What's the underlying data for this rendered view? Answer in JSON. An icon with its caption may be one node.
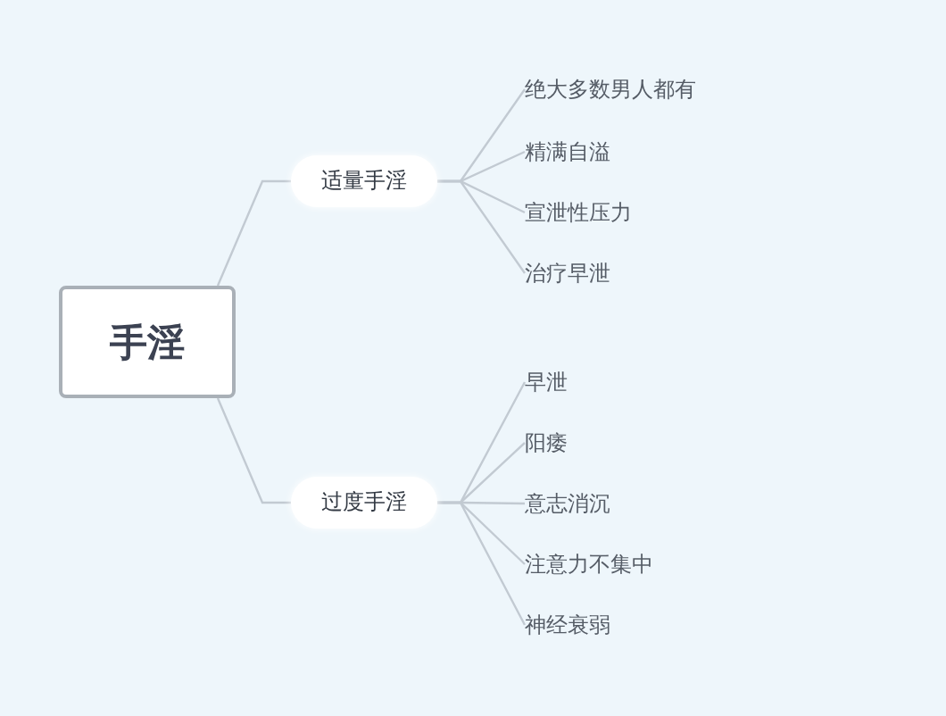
{
  "diagram": {
    "nodes": [
      {
        "text": [
          "手淫"
        ]
      },
      {
        "text": [
          "适量手淫"
        ]
      },
      {
        "text": [
          "过度手淫"
        ]
      },
      {
        "text": [
          "绝大多数男人都有"
        ]
      },
      {
        "text": [
          "精满自溢"
        ]
      },
      {
        "text": [
          "宣泄性压力"
        ]
      },
      {
        "text": [
          "治疗早泄"
        ]
      },
      {
        "text": [
          "早泄"
        ]
      },
      {
        "text": [
          "阳痿"
        ]
      },
      {
        "text": [
          "意志消沉"
        ]
      },
      {
        "text": [
          "注意力不集中"
        ]
      },
      {
        "text": [
          "神经衰弱"
        ]
      }
    ],
    "edges": [
      {
        "from": 0,
        "to": 1,
        "arrow": "none"
      },
      {
        "from": 0,
        "to": 2,
        "arrow": "none"
      },
      {
        "from": 1,
        "to": 3,
        "arrow": "none"
      },
      {
        "from": 1,
        "to": 4,
        "arrow": "none"
      },
      {
        "from": 1,
        "to": 5,
        "arrow": "none"
      },
      {
        "from": 1,
        "to": 6,
        "arrow": "none"
      },
      {
        "from": 2,
        "to": 7,
        "arrow": "none"
      },
      {
        "from": 2,
        "to": 8,
        "arrow": "none"
      },
      {
        "from": 2,
        "to": 9,
        "arrow": "none"
      },
      {
        "from": 2,
        "to": 10,
        "arrow": "none"
      },
      {
        "from": 2,
        "to": 11,
        "arrow": "none"
      }
    ]
  }
}
